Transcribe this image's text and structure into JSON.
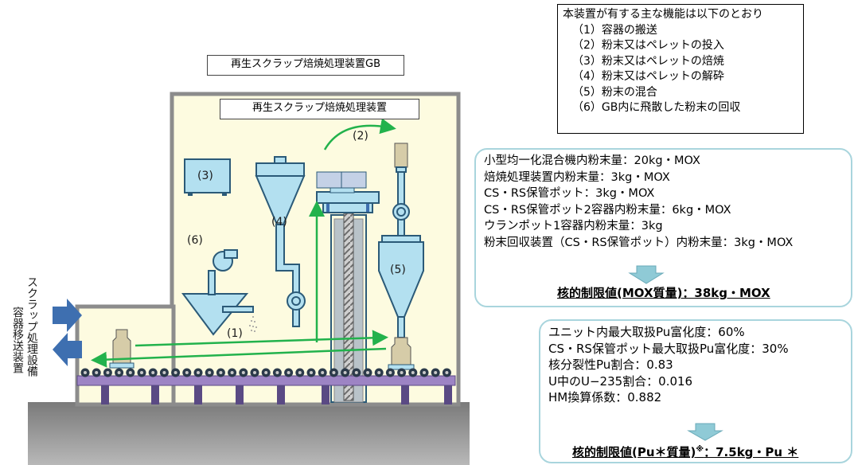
{
  "gb_label": "再生スクラップ焙焼処理装置GB",
  "device_label": "再生スクラップ焙焼処理装置",
  "step_labels": {
    "s1": "(1)",
    "s2": "(2)",
    "s3": "(3)",
    "s4": "(4)",
    "s5": "(5)",
    "s6": "(6)"
  },
  "side_label_col1": "スクラップ処理設備",
  "side_label_col2": "容器移送装置",
  "functions": {
    "title": "本装置が有する主な機能は以下のとおり",
    "items": [
      "（1）容器の搬送",
      "（2）粉末又はペレットの投入",
      "（3）粉末又はペレットの焙焼",
      "（4）粉末又はペレットの解砕",
      "（5）粉末の混合",
      "（6）GB内に飛散した粉末の回収"
    ]
  },
  "mox_panel": {
    "lines": [
      "小型均一化混合機内粉末量：20kg・MOX",
      "焙焼処理装置内粉末量：3kg・MOX",
      "CS・RS保管ポット：3kg・MOX",
      "CS・RS保管ポット2容器内粉末量：6kg・MOX",
      "ウランポット1容器内粉末量：3kg",
      "粉末回収装置（CS・RS保管ポット）内粉末量：3kg・MOX"
    ],
    "result": "核的制限値(MOX質量)：38kg・MOX"
  },
  "pu_panel": {
    "lines": [
      "ユニット内最大取扱Pu富化度：60%",
      "CS・RS保管ポット最大取扱Pu富化度：30%",
      "核分裂性Pu割合：0.83",
      "U中のU−235割合：0.016",
      "HM換算係数：0.882"
    ],
    "result_main": "核的制限値(Pu＊質量)",
    "result_mark": "※",
    "result_tail": "：7.5kg・Pu ＊"
  },
  "colors": {
    "room_fill": "#fdfbe0",
    "wall": "#8c8c8c",
    "equipment": "#b3e0f0",
    "equipment_stroke": "#2b5a78",
    "conveyor": "#8b6fb4",
    "arrow_green": "#22b24c",
    "arrow_blue": "#3e6fb0",
    "panel_border": "#a9d5dd",
    "floor": "#8f8f8f"
  }
}
